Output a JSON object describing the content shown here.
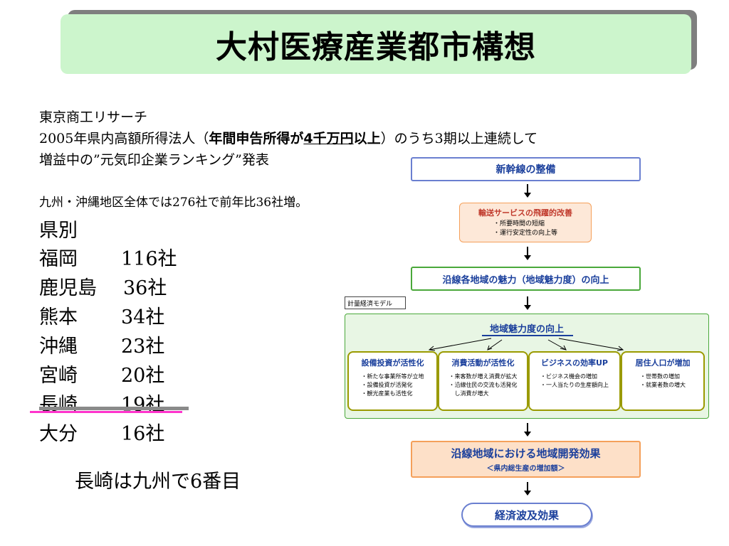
{
  "title": "大村医療産業都市構想",
  "intro": {
    "line1": "東京商工リサーチ",
    "line2_a": "2005年県内高額所得法人（",
    "line2_b": "年間申告所得が",
    "line2_c": "4千万円",
    "line2_d": "以上",
    "line2_e": "）のうち3期以上連続して",
    "line3": "増益中の”元気印企業ランキング”発表",
    "summary": "九州・沖縄地区全体では276社で前年比36社増。"
  },
  "ranking": {
    "heading": "県別",
    "rows": [
      {
        "name": "福岡",
        "count": "116社"
      },
      {
        "name": "鹿児島",
        "count": " 36社"
      },
      {
        "name": "熊本",
        "count": "34社"
      },
      {
        "name": "沖縄",
        "count": "23社"
      },
      {
        "name": "宮崎",
        "count": "20社"
      },
      {
        "name": "長崎",
        "count": "19社"
      },
      {
        "name": "大分",
        "count": "16社"
      }
    ],
    "note": "長崎は九州で6番目"
  },
  "diagram": {
    "shinkansen": "新幹線の整備",
    "transport": {
      "title": "輸送サービスの飛躍的改善",
      "items": [
        "・所要時間の短縮",
        "・運行安定性の向上等"
      ]
    },
    "attract": "沿線各地域の魅力（地域魅力度）の向上",
    "model_label": "計量経済モデル",
    "green": {
      "title": "地域魅力度の向上",
      "cols": [
        {
          "title": "設備投資が活性化",
          "items": [
            "・新たな事業所等が立地",
            "・設備投資が活発化",
            "・観光産業も活性化"
          ]
        },
        {
          "title": "消費活動が活性化",
          "items": [
            "・来客数が増え消費が拡大",
            "・沿線住民の交流も活発化",
            "　し消費が増大"
          ]
        },
        {
          "title": "ビジネスの効率UP",
          "items": [
            "・ビジネス機会の増加",
            "・一人当たりの生産額向上"
          ]
        },
        {
          "title": "居住人口が増加",
          "items": [
            "・世帯数の増加",
            "・就業者数の増大"
          ]
        }
      ]
    },
    "effect": {
      "title": "沿線地域における地域開発効果",
      "sub": "＜県内総生産の増加額＞"
    },
    "ripple": "経済波及効果"
  },
  "colors": {
    "title_bg": "#ccf5cc",
    "title_shadow": "#7f7f7f",
    "diagram_blue": "#1a3f9c",
    "orange_border": "#f5a05a",
    "orange_fill": "#fde0c8",
    "green_border": "#4aa83a",
    "green_fill": "#e8f6e4",
    "highlight": "#ff33cc"
  }
}
